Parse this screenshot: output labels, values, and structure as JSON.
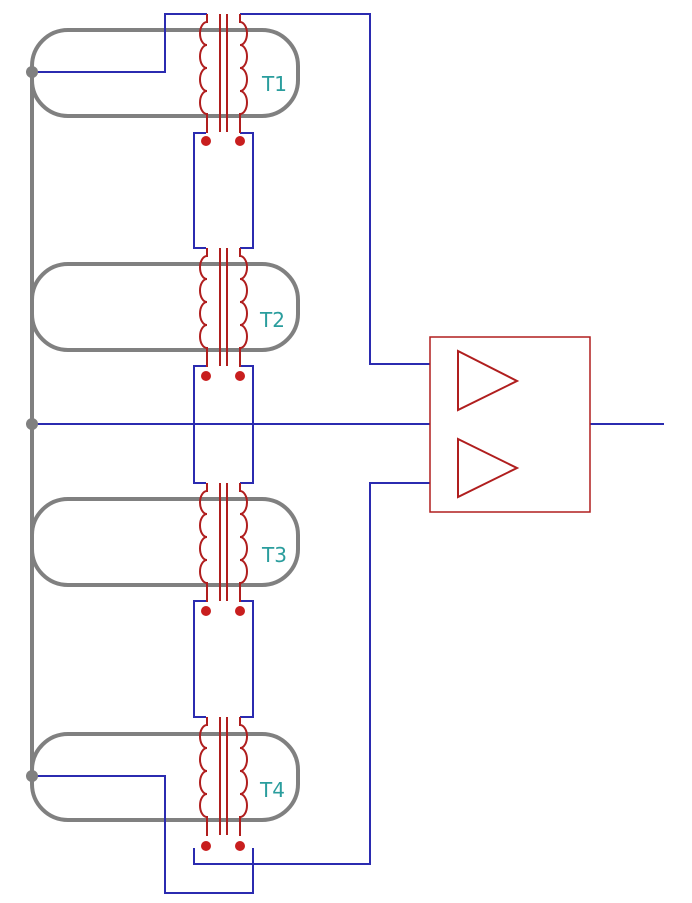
{
  "colors": {
    "background": "#ffffff",
    "wire": "#2b2bb0",
    "transformer": "#b01e1e",
    "bus": "#808080",
    "label": "#2a9d9d"
  },
  "transformers": [
    {
      "id": "T1",
      "label": "T1"
    },
    {
      "id": "T2",
      "label": "T2"
    },
    {
      "id": "T3",
      "label": "T3"
    },
    {
      "id": "T4",
      "label": "T4"
    }
  ],
  "amplifier": {
    "icon": "dual-buffer-triangles-icon",
    "stages": 2
  }
}
